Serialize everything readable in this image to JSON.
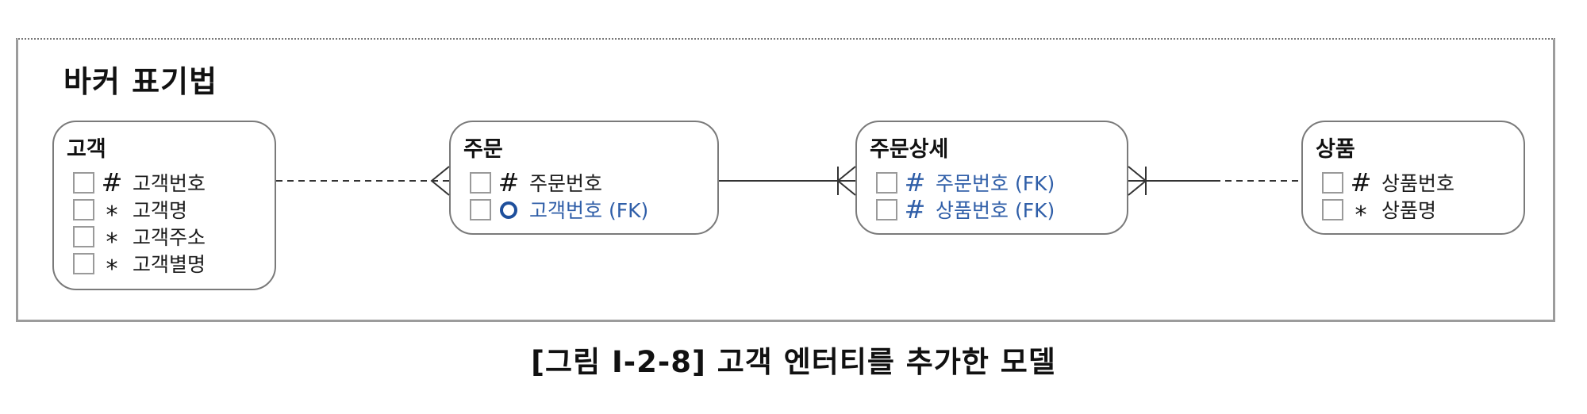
{
  "diagram_title": "바커 표기법",
  "caption": "[그림 Ⅰ-2-8] 고객 엔터티를 추가한 모델",
  "colors": {
    "fk_text": "#2f5ea8",
    "line": "#333333",
    "box_border": "#7a7a7a"
  },
  "entities": {
    "customer": {
      "name": "고객",
      "attrs": [
        {
          "marker": "#",
          "name": "고객번호"
        },
        {
          "marker": "*",
          "name": "고객명"
        },
        {
          "marker": "*",
          "name": "고객주소"
        },
        {
          "marker": "*",
          "name": "고객별명"
        }
      ]
    },
    "order": {
      "name": "주문",
      "attrs": [
        {
          "marker": "#",
          "name": "주문번호"
        },
        {
          "marker": "o",
          "name": "고객번호 (FK)"
        }
      ]
    },
    "order_detail": {
      "name": "주문상세",
      "attrs": [
        {
          "marker": "#",
          "name": "주문번호 (FK)"
        },
        {
          "marker": "#",
          "name": "상품번호 (FK)"
        }
      ]
    },
    "product": {
      "name": "상품",
      "attrs": [
        {
          "marker": "#",
          "name": "상품번호"
        },
        {
          "marker": "*",
          "name": "상품명"
        }
      ]
    }
  }
}
